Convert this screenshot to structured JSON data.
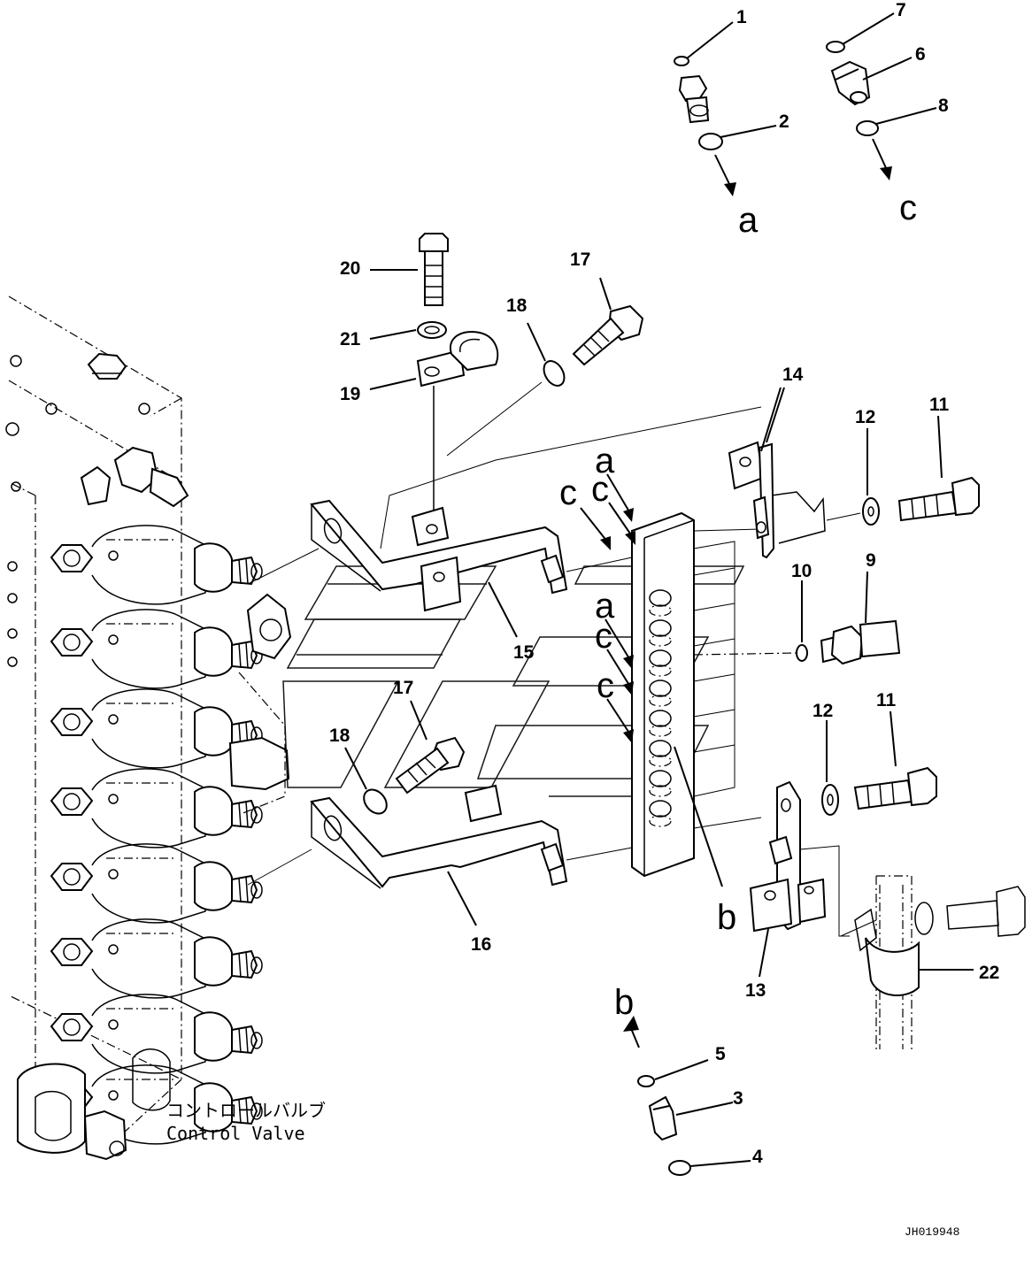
{
  "part_labels": {
    "p1": "1",
    "p2": "2",
    "p3": "3",
    "p4": "4",
    "p5": "5",
    "p6": "6",
    "p7": "7",
    "p8": "8",
    "p9": "9",
    "p10": "10",
    "p11a": "11",
    "p11b": "11",
    "p12a": "12",
    "p12b": "12",
    "p13": "13",
    "p14": "14",
    "p15": "15",
    "p16": "16",
    "p17a": "17",
    "p17b": "17",
    "p18a": "18",
    "p18b": "18",
    "p19": "19",
    "p20": "20",
    "p21": "21",
    "p22": "22"
  },
  "refs": {
    "a_top": "a",
    "c_top": "c",
    "b_bottom": "b",
    "a_block1": "a",
    "c_block1a": "c",
    "c_block1b": "c",
    "a_block2": "a",
    "c_block2": "c",
    "c_block3": "c",
    "b_block": "b"
  },
  "caption": {
    "jp": "コントロールバルブ",
    "en": "Control Valve"
  },
  "drawing_code": "JH019948"
}
